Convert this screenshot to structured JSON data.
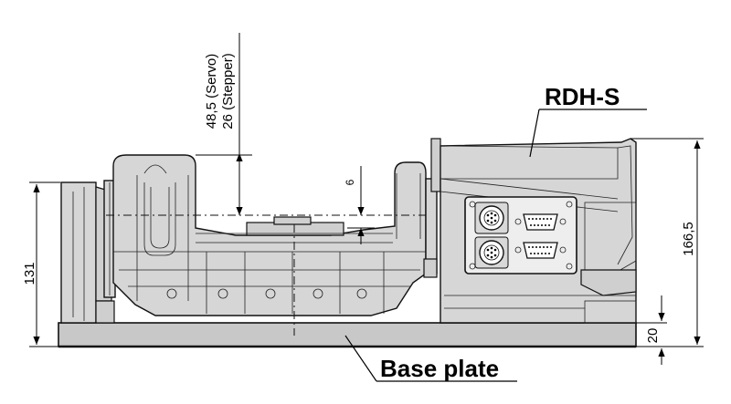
{
  "labels": {
    "product": "RDH-S",
    "base_plate": "Base plate"
  },
  "dimensions": {
    "total_height": "131",
    "unit_height": "166,5",
    "plate_thickness": "20",
    "gap": "6",
    "servo": "48,5 (Servo)",
    "stepper": "26 (Stepper)"
  },
  "colors": {
    "part_fill": "#d6d6d6",
    "plate_fill": "#c8c8c8",
    "line": "#000000"
  }
}
